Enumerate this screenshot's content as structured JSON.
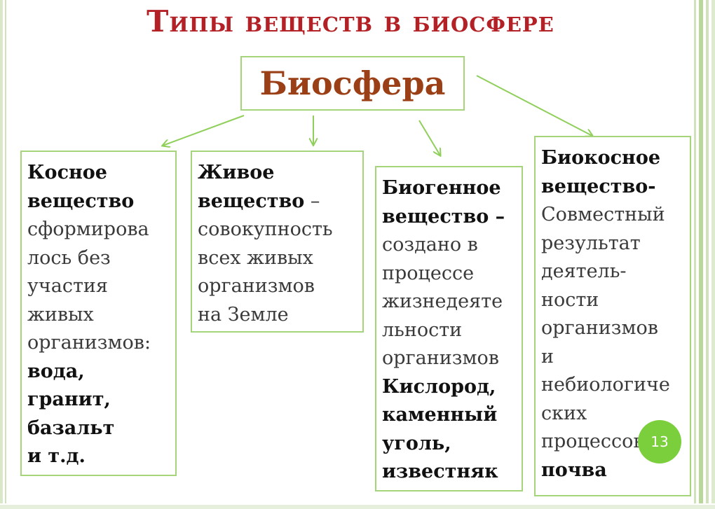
{
  "title": "Типы веществ в биосфере",
  "root": {
    "label": "Биосфера"
  },
  "boxes": [
    {
      "lines": [
        {
          "text": "Косное",
          "bold": true
        },
        {
          "text": "вещество",
          "bold": true
        },
        {
          "text": "сформирова",
          "bold": false
        },
        {
          "text": "лось без",
          "bold": false
        },
        {
          "text": "участия",
          "bold": false
        },
        {
          "text": "живых",
          "bold": false
        },
        {
          "text": "организмов:",
          "bold": false
        },
        {
          "text": "вода,",
          "bold": true
        },
        {
          "text": "гранит,",
          "bold": true
        },
        {
          "text": "базальт",
          "bold": true
        },
        {
          "text": "и т.д.",
          "bold": true
        }
      ]
    },
    {
      "lines": [
        {
          "text": "Живое",
          "bold": true
        },
        {
          "text": "вещество",
          "bold": true,
          "suffix": " –"
        },
        {
          "text": "совокупность",
          "bold": false
        },
        {
          "text": "всех живых",
          "bold": false
        },
        {
          "text": "организмов",
          "bold": false
        },
        {
          "text": "на Земле",
          "bold": false
        }
      ]
    },
    {
      "lines": [
        {
          "text": "Биогенное",
          "bold": true
        },
        {
          "text": "вещество –",
          "bold": true
        },
        {
          "text": "создано в",
          "bold": false
        },
        {
          "text": "процессе",
          "bold": false
        },
        {
          "text": "жизнедеяте",
          "bold": false
        },
        {
          "text": "льности",
          "bold": false
        },
        {
          "text": "организмов",
          "bold": false
        },
        {
          "text": "Кислород,",
          "bold": true
        },
        {
          "text": "каменный",
          "bold": true
        },
        {
          "text": "уголь,",
          "bold": true
        },
        {
          "text": "известняк",
          "bold": true
        }
      ]
    },
    {
      "lines": [
        {
          "text": "Биокосное",
          "bold": true
        },
        {
          "text": "вещество-",
          "bold": true
        },
        {
          "text": "Совместный",
          "bold": false
        },
        {
          "text": "результат",
          "bold": false
        },
        {
          "text": "деятель-",
          "bold": false
        },
        {
          "text": "ности",
          "bold": false
        },
        {
          "text": "организмов",
          "bold": false
        },
        {
          "text": "и",
          "bold": false
        },
        {
          "text": "небиологиче",
          "bold": false
        },
        {
          "text": "ских",
          "bold": false
        },
        {
          "text": "процессов:",
          "bold": false
        },
        {
          "text": "почва",
          "bold": true
        }
      ]
    }
  ],
  "page_number": "13",
  "colors": {
    "title": "#b32025",
    "root_text": "#9b3f16",
    "border": "#a6d47b",
    "arrow": "#8fcf5a",
    "badge": "#7ccf3c"
  }
}
